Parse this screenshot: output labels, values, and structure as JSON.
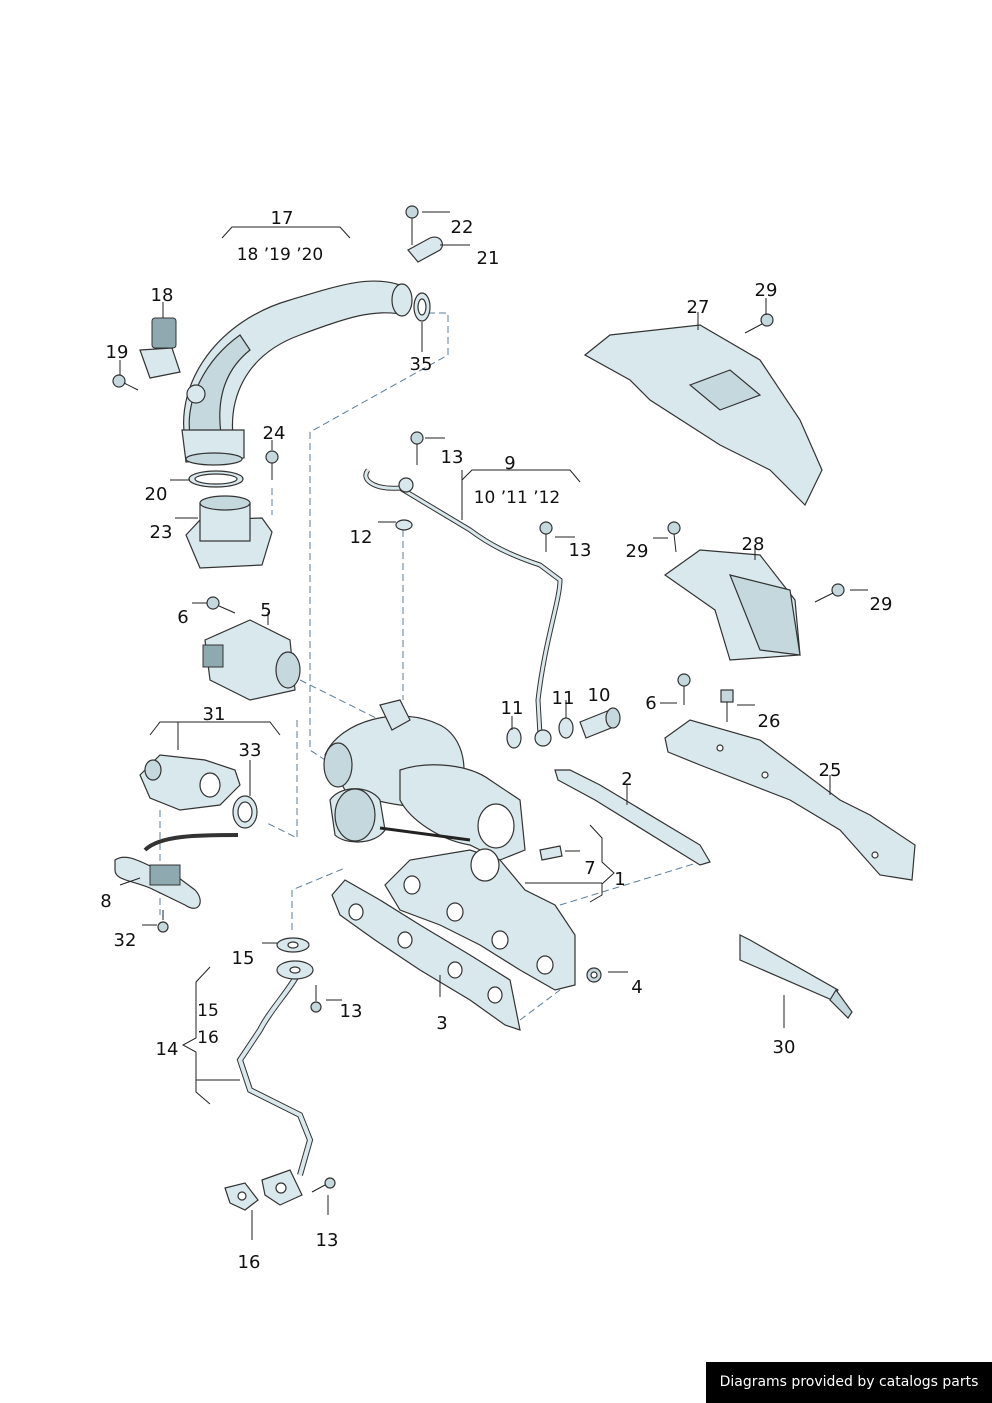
{
  "callouts": {
    "c17": "17",
    "c18_19_20": "18 ’19 ’20",
    "c22": "22",
    "c21": "21",
    "c18": "18",
    "c19": "19",
    "c35": "35",
    "c29a": "29",
    "c27": "27",
    "c24": "24",
    "c13a": "13",
    "c9": "9",
    "c10_11_12": "10 ’11 ’12",
    "c20": "20",
    "c12": "12",
    "c13b": "13",
    "c23": "23",
    "c29b": "29",
    "c28": "28",
    "c29c": "29",
    "c6a": "6",
    "c5": "5",
    "c11a": "11",
    "c11b": "11",
    "c10": "10",
    "c6b": "6",
    "c26": "26",
    "c31": "31",
    "c33": "33",
    "c25": "25",
    "c2": "2",
    "c7": "7",
    "c1": "1",
    "c8": "8",
    "c32": "32",
    "c15a": "15",
    "c4": "4",
    "c15b": "15",
    "c13c": "13",
    "c16a": "16",
    "c14": "14",
    "c3": "3",
    "c30": "30",
    "c13d": "13",
    "c16b": "16"
  },
  "watermark": "Diagrams provided by catalogs parts",
  "colors": {
    "part_fill": "#d9e8ec",
    "part_shade": "#c4d8de",
    "dashed_leader": "#5b7d99"
  }
}
